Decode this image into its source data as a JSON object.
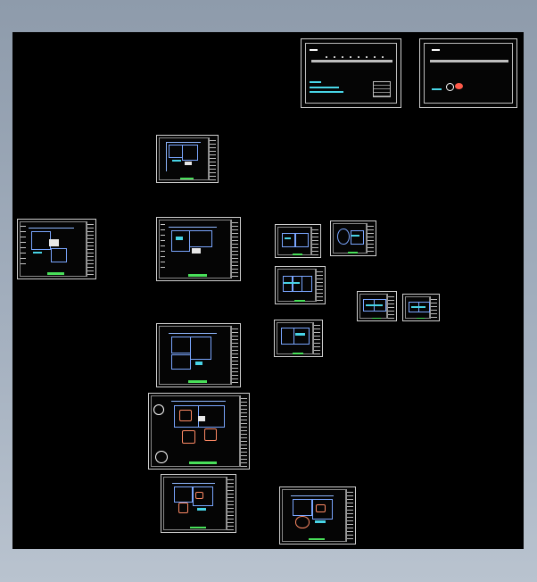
{
  "viewport": {
    "background": "black",
    "sheet_color": "#cfcfcf",
    "plan_color": "#8fb7ff",
    "accent_green": "#49e05a",
    "accent_cyan": "#48d4e6",
    "accent_red": "#ff5a4a"
  },
  "cover_sheets": [
    {
      "id": "cover-a",
      "title_text": "",
      "has_legend_table": true
    },
    {
      "id": "cover-b",
      "title_text": "",
      "has_logo": true
    }
  ],
  "drawing_sheets": [
    {
      "id": "sheet-1"
    },
    {
      "id": "sheet-2"
    },
    {
      "id": "sheet-3"
    },
    {
      "id": "sheet-4"
    },
    {
      "id": "sheet-5"
    },
    {
      "id": "sheet-6"
    },
    {
      "id": "sheet-7"
    },
    {
      "id": "sheet-8"
    },
    {
      "id": "sheet-9"
    },
    {
      "id": "sheet-10"
    },
    {
      "id": "sheet-11"
    },
    {
      "id": "sheet-12"
    },
    {
      "id": "sheet-13"
    },
    {
      "id": "sheet-14"
    },
    {
      "id": "sheet-15"
    },
    {
      "id": "sheet-16"
    }
  ]
}
